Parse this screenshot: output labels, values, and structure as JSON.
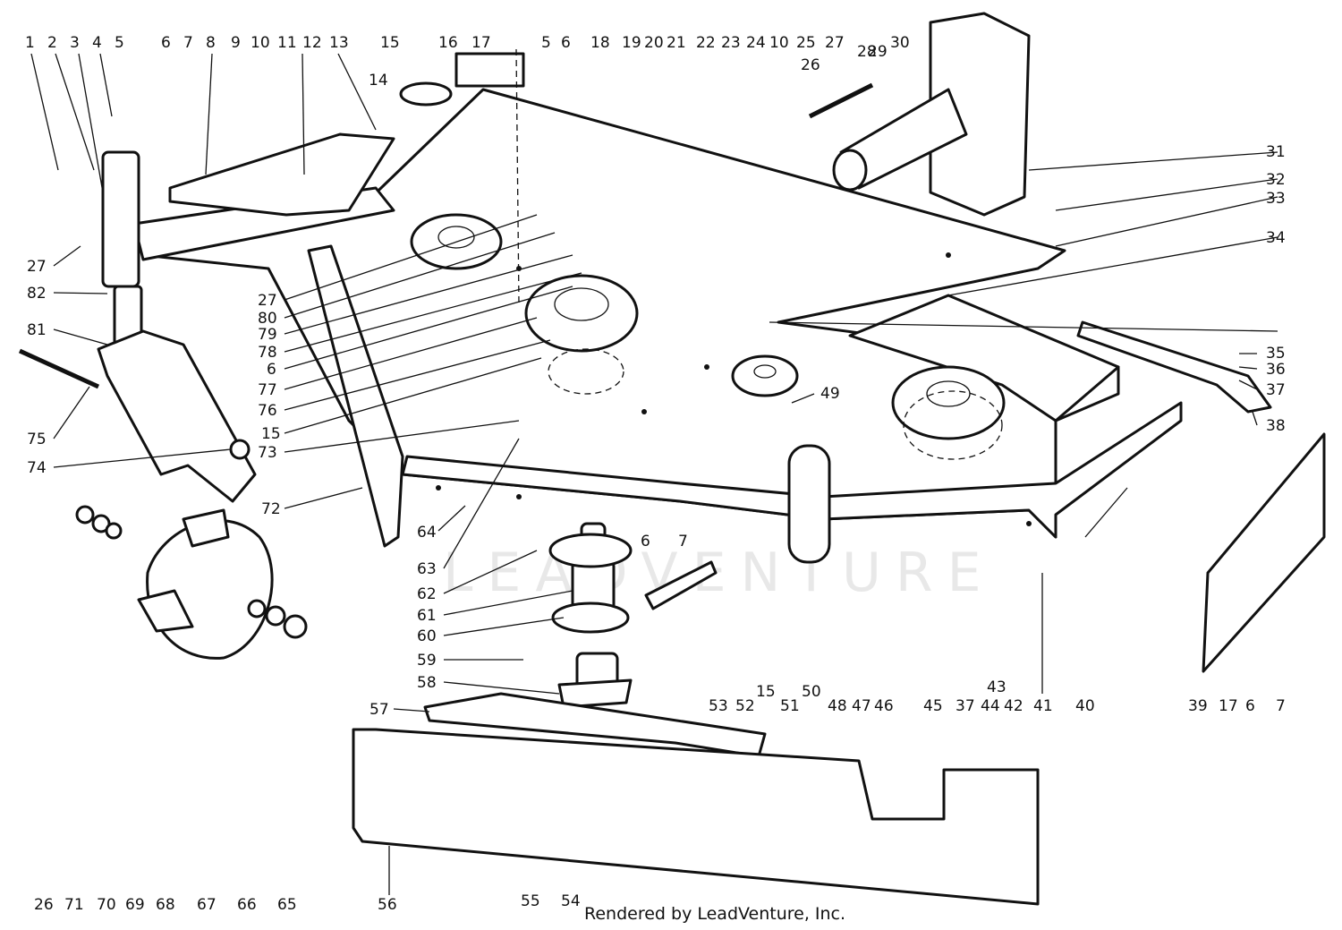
{
  "diagram": {
    "watermark": "LEADVENTURE",
    "caption": "Rendered by LeadVenture, Inc.",
    "callouts": {
      "top": [
        "1",
        "2",
        "3",
        "4",
        "5",
        "6",
        "7",
        "8",
        "9",
        "10",
        "11",
        "12",
        "13",
        "15",
        "16",
        "17",
        "5",
        "6",
        "18",
        "19",
        "20",
        "21",
        "22",
        "23",
        "24",
        "10",
        "25",
        "27",
        "28",
        "29",
        "30"
      ],
      "c14": "14",
      "c26": "26",
      "right": [
        "31",
        "32",
        "33",
        "34",
        "35",
        "36",
        "37",
        "38"
      ],
      "left": [
        "27",
        "82",
        "81",
        "75",
        "74",
        "72"
      ],
      "mid_left": [
        "27",
        "80",
        "79",
        "78",
        "6",
        "77",
        "76",
        "15",
        "73"
      ],
      "c49": "49",
      "c64": "64",
      "c63": "63",
      "c62": "62",
      "c61": "61",
      "c60": "60",
      "c59": "59",
      "c58": "58",
      "c57": "57",
      "c6": "6",
      "c7": "7",
      "bottom_row": [
        "53",
        "52",
        "15",
        "51",
        "50",
        "48",
        "47",
        "46",
        "45",
        "37",
        "44",
        "42",
        "41",
        "40",
        "39",
        "17",
        "6",
        "7"
      ],
      "c43": "43",
      "bottom": [
        "26",
        "71",
        "70",
        "69",
        "68",
        "67",
        "66",
        "65",
        "56",
        "55",
        "54"
      ]
    }
  }
}
